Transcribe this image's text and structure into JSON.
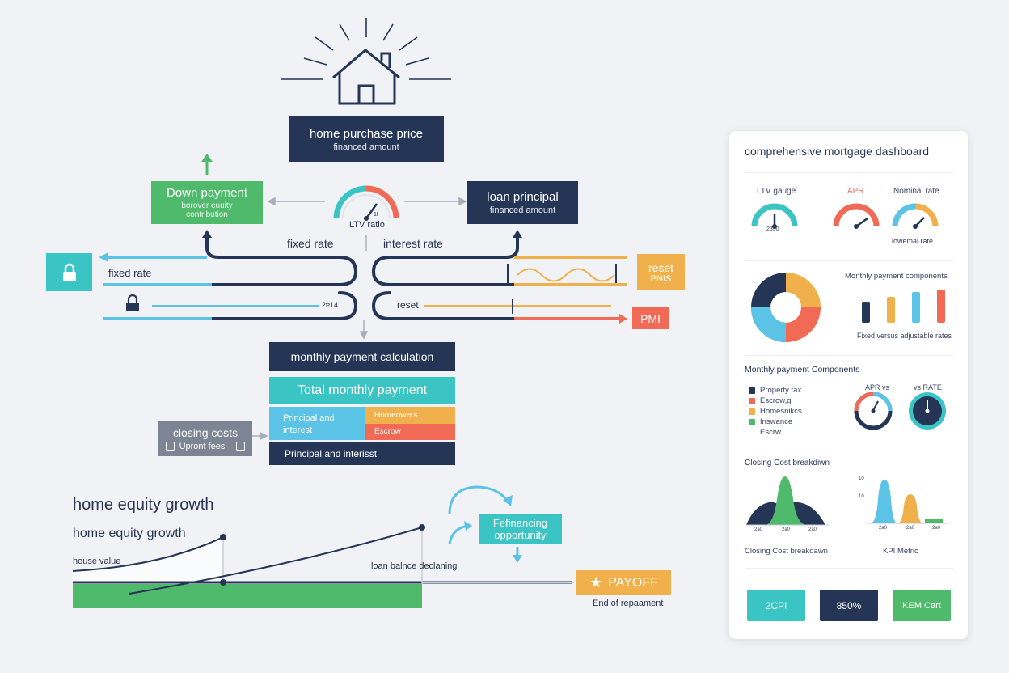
{
  "flow": {
    "purchase": {
      "title": "home purchase price",
      "sub": "financed amount"
    },
    "down": {
      "title": "Down payment",
      "sub1": "borover euuity",
      "sub2": "contribution"
    },
    "loan": {
      "title": "loan principal",
      "sub": "financed amount"
    },
    "ltv_label": "LTV ratio",
    "ltv_tick": "1f",
    "fixed_rate_center": "fixed rate",
    "interest_rate": "interest rate",
    "fixed_rate_left": "fixed rate",
    "year_label": "2ɐ14",
    "reset_mid": "reset",
    "reset_box": {
      "title": "reset",
      "sub": "PNIS"
    },
    "pmi": "PMI",
    "monthly_calc": "monthly payment calculation",
    "total": "Total monthly payment",
    "pi_block": {
      "line1": "Principal and",
      "line2": "interest"
    },
    "ho_block": {
      "line1": "Homeowers",
      "line2": "Escrow"
    },
    "pi_bar": "Principal and interisst",
    "closing": {
      "title": "closing costs",
      "sub": "Upront fees"
    },
    "equity_title": "home equity growth",
    "equity_sub": "home equity growth",
    "house_value": "house value",
    "loan_balance": "loan balnce declaning",
    "refi": {
      "line1": "Fefinancing",
      "line2": "opportunity"
    },
    "payoff": "PAYOFF",
    "end": "End of repaament"
  },
  "dashboard": {
    "title": "comprehensive mortgage dashboard",
    "gauge_ltv": "LTV gauge",
    "gauge_ltv_val": "2390",
    "gauge_apr": "APR",
    "gauge_nominal": "Nominal rate",
    "lowemal": "lowemal rate",
    "monthly_components_small": "Monthly payment components",
    "fixed_vs_adj": "Fixed versus adjustable rates",
    "components_heading": "Monthly payment Components",
    "legend": [
      "Property tax",
      "Escrow,g",
      "Homesnikcs",
      "Inswance",
      "Escrw"
    ],
    "apr_vs": "APR vs",
    "vs_rate": "vs RATE",
    "closing_heading": "Closing Cost breakdiwn",
    "mini_axis_left": [
      "2a0",
      "2a0",
      "2a0"
    ],
    "mini_axis_right": [
      "2a0",
      "2a0",
      "2a0"
    ],
    "mini_y": [
      "10",
      "10"
    ],
    "closing_caption": "Closing Cost breakdawn",
    "kpi_caption": "KPI Metric",
    "btn1": "2CPI",
    "btn2": "850%",
    "btn3": "KEM Cart"
  },
  "colors": {
    "navy": "#243556",
    "teal": "#3bc4c4",
    "green": "#4fb96c",
    "orange": "#f0b14c",
    "coral": "#f06a55",
    "blue": "#5bc3e6"
  }
}
